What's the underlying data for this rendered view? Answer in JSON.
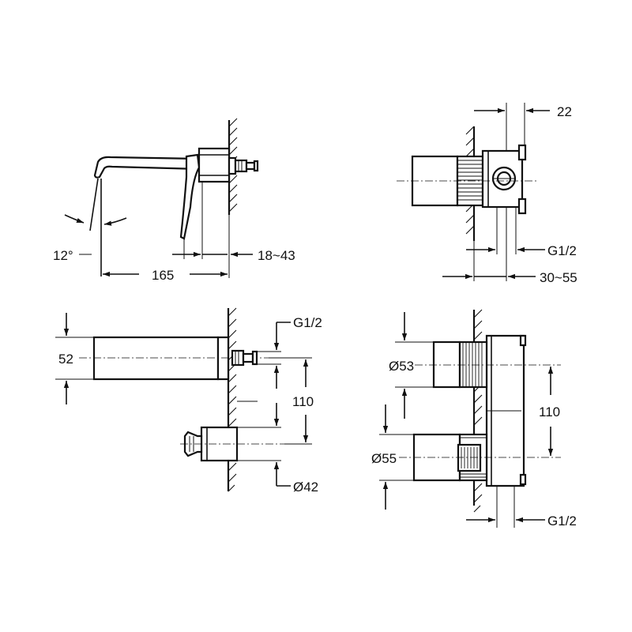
{
  "views": {
    "side": {
      "angle_label": "12°",
      "spout_length_label": "165",
      "wall_depth_label": "18~43"
    },
    "back": {
      "top_width_label": "22",
      "pipe_thread_label": "G1/2",
      "installation_depth_label": "30~55"
    },
    "front": {
      "spout_height_label": "52",
      "thread_label": "G1/2",
      "centers_label": "110",
      "handle_dia_label": "Ø42"
    },
    "box": {
      "upper_dia_label": "Ø53",
      "lower_dia_label": "Ø55",
      "centers_label": "110",
      "thread_label": "G1/2"
    }
  }
}
